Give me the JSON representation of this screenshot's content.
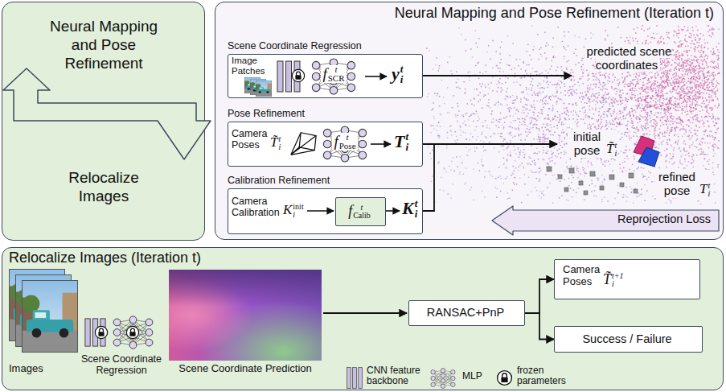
{
  "diagram": {
    "nodes": [
      {
        "text": [
          "Neural Mapping and Pose Refinement",
          "Relocalize Images"
        ]
      },
      {
        "text": [
          "Neural Mapping and Pose Refinement (Iteration t)"
        ]
      },
      {
        "text": [
          "Scene Coordinate Regression",
          "Image Patches",
          "f",
          "t",
          "SCR",
          "y",
          "t",
          "i"
        ],
        "in": 1
      },
      {
        "text": [
          "Pose Refinement",
          "Camera Poses",
          "T̃",
          "t",
          "i",
          "f",
          "t",
          "Pose",
          "T",
          "t",
          "i"
        ],
        "in": 1
      },
      {
        "text": [
          "Calibration Refinement",
          "Camera Calibration",
          "K",
          "init",
          "i",
          "K",
          "t",
          "i"
        ],
        "in": 1
      },
      {
        "text": [
          "f",
          "t",
          "Calib"
        ],
        "in": 4
      },
      {
        "text": [
          "Reprojection Loss"
        ],
        "in": 1
      },
      {
        "text": [
          "Relocalize Images (Iteration t)"
        ]
      },
      {
        "text": [
          "RANSAC+PnP"
        ],
        "in": 7
      },
      {
        "text": [
          "Camera Poses",
          "T̃",
          "t+1",
          "i"
        ],
        "in": 7
      },
      {
        "text": [
          "Success / Failure"
        ],
        "in": 7
      }
    ],
    "edges": [
      {
        "from": 8,
        "to": 9,
        "arrow": "to"
      },
      {
        "from": 8,
        "to": 10,
        "arrow": "to"
      }
    ],
    "labels": [
      "predicted scene coordinates",
      "initial pose",
      "T̃",
      "t",
      "i",
      "refined pose",
      "T",
      "t",
      "i",
      "Images",
      "Scene Coordinate Regression",
      "Scene Coordinate Prediction"
    ],
    "legend": [
      {
        "text": "CNN feature backbone"
      },
      {
        "text": "MLP"
      },
      {
        "text": "frozen parameters"
      }
    ]
  }
}
